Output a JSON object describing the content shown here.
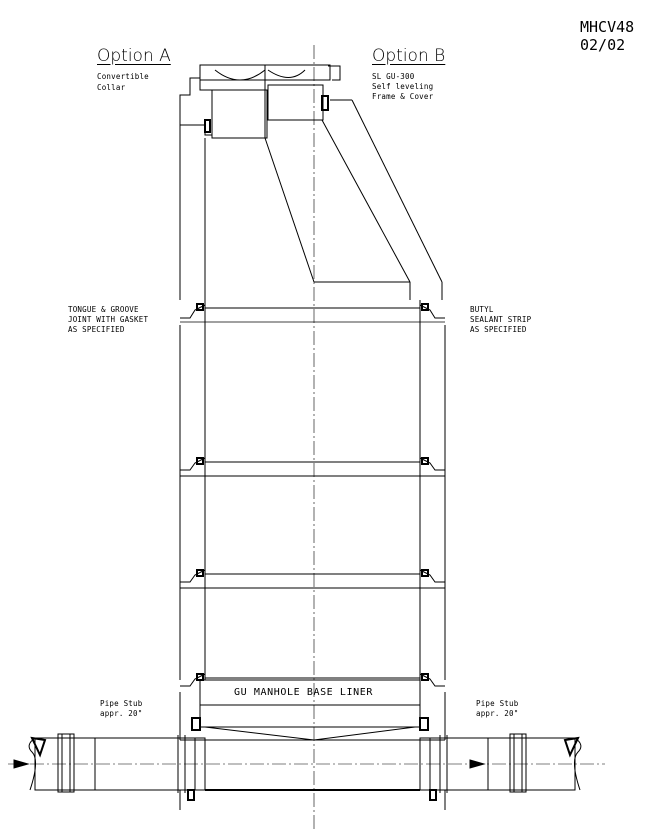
{
  "sheet": {
    "id": "MHCV48",
    "date": "02/02"
  },
  "option_a": {
    "title": "Option A",
    "lines": [
      "Convertible",
      "Collar"
    ]
  },
  "option_b": {
    "title": "Option B",
    "lines": [
      "SL GU-300",
      "Self leveling",
      "Frame & Cover"
    ]
  },
  "callout_left": [
    "TONGUE & GROOVE",
    "JOINT WITH GASKET",
    "AS SPECIFIED"
  ],
  "callout_right": [
    "BUTYL",
    "SEALANT STRIP",
    "AS SPECIFIED"
  ],
  "base_label": "GU MANHOLE BASE LINER",
  "pipe_left": [
    "Pipe Stub",
    "appr. 20\""
  ],
  "pipe_right": [
    "Pipe Stub",
    "appr. 20\""
  ]
}
